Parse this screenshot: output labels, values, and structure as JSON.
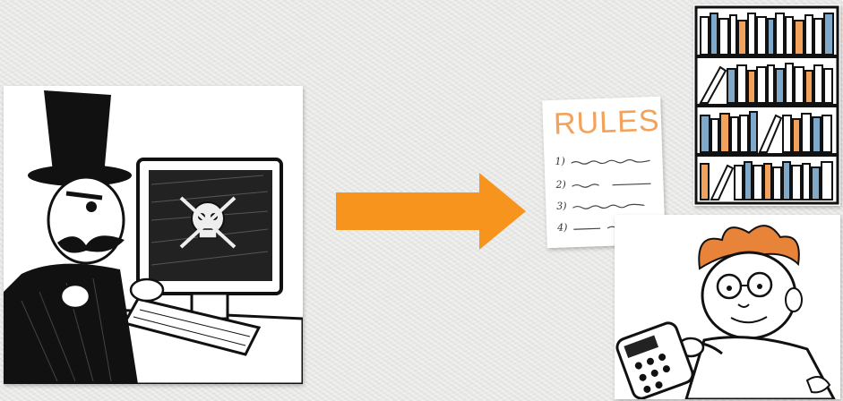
{
  "rules_document": {
    "title": "RULES",
    "items": [
      {
        "number": "1)"
      },
      {
        "number": "2)"
      },
      {
        "number": "3)"
      },
      {
        "number": "4)"
      }
    ]
  },
  "arrow": {
    "color": "#f7941d",
    "direction": "right"
  },
  "illustrations": {
    "hacker": "villain-at-computer-illustration",
    "bookshelf": "bookshelf-illustration",
    "person": "person-with-calculator-illustration"
  },
  "colors": {
    "accent_orange": "#f7941d",
    "rules_title": "#f2a25a",
    "book_blue": "#7fa8c9",
    "hair_orange": "#e8843a"
  }
}
